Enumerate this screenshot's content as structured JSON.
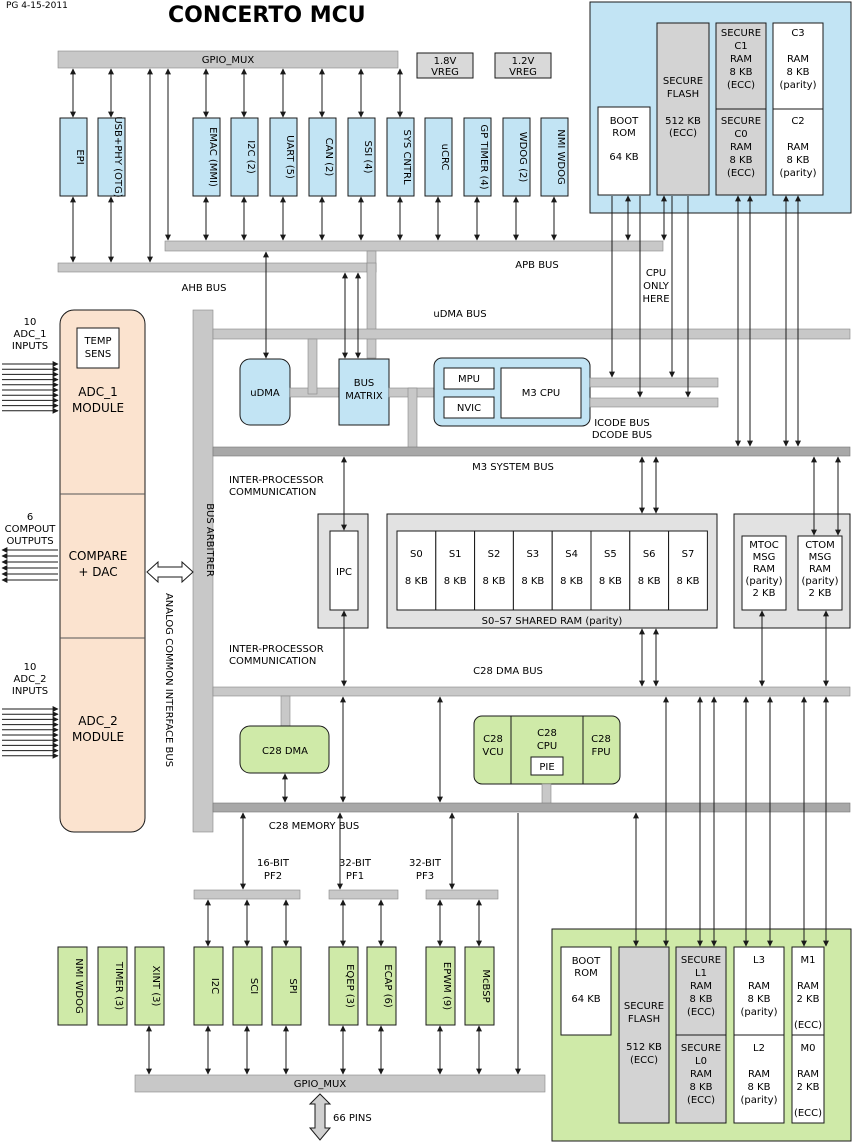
{
  "header": {
    "date": "PG 4-15-2011",
    "title": "CONCERTO MCU"
  },
  "buses": {
    "gpio_mux_top": "GPIO_MUX",
    "gpio_mux_bottom": "GPIO_MUX",
    "apb": "APB BUS",
    "ahb": "AHB BUS",
    "udma": "uDMA BUS",
    "m3_system": "M3 SYSTEM BUS",
    "c28_dma": "C28 DMA BUS",
    "c28_memory": "C28 MEMORY BUS",
    "icode": "ICODE BUS",
    "dcode": "DCODE BUS",
    "bus_arbitrer": "BUS ARBITRER",
    "analog_common": "ANALOG COMMON INTERFACE BUS"
  },
  "vregs": [
    {
      "l1": "1.8V",
      "l2": "VREG"
    },
    {
      "l1": "1.2V",
      "l2": "VREG"
    }
  ],
  "m3_peripherals": [
    "EPI",
    "USB+PHY (OTG)",
    "EMAC (MMI)",
    "I2C (2)",
    "UART (5)",
    "CAN (2)",
    "SSI (4)",
    "SYS CNTRL",
    "uCRC",
    "GP TIMER (4)",
    "WDOG (2)",
    "NMI WDOG"
  ],
  "m3_memory": {
    "boot_rom": {
      "l1": "BOOT",
      "l2": "ROM",
      "l3": "64 KB"
    },
    "secure_flash": {
      "l1": "SECURE",
      "l2": "FLASH",
      "l3": "512 KB",
      "l4": "(ECC)"
    },
    "c1": {
      "l1": "SECURE",
      "l2": "C1",
      "l3": "RAM",
      "l4": "8 KB",
      "l5": "(ECC)"
    },
    "c0": {
      "l1": "SECURE",
      "l2": "C0",
      "l3": "RAM",
      "l4": "8 KB",
      "l5": "(ECC)"
    },
    "c3": {
      "l1": "C3",
      "l2": "RAM",
      "l3": "8 KB",
      "l4": "(parity)"
    },
    "c2": {
      "l1": "C2",
      "l2": "RAM",
      "l3": "8 KB",
      "l4": "(parity)"
    }
  },
  "cpu_only": {
    "l1": "CPU",
    "l2": "ONLY",
    "l3": "HERE"
  },
  "m3_core": {
    "udma": "uDMA",
    "bus_matrix": {
      "l1": "BUS",
      "l2": "MATRIX"
    },
    "mpu": "MPU",
    "nvic": "NVIC",
    "m3_cpu": "M3 CPU"
  },
  "adc": {
    "adc1_in": {
      "l1": "10",
      "l2": "ADC_1",
      "l3": "INPUTS"
    },
    "temp_sens": {
      "l1": "TEMP",
      "l2": "SENS"
    },
    "adc1": {
      "l1": "ADC_1",
      "l2": "MODULE"
    },
    "comp_out": {
      "l1": "6",
      "l2": "COMPOUT",
      "l3": "OUTPUTS"
    },
    "compare": {
      "l1": "COMPARE",
      "l2": "+ DAC"
    },
    "adc2_in": {
      "l1": "10",
      "l2": "ADC_2",
      "l3": "INPUTS"
    },
    "adc2": {
      "l1": "ADC_2",
      "l2": "MODULE"
    }
  },
  "ipc": {
    "label1": {
      "l1": "INTER-PROCESSOR",
      "l2": "COMMUNICATION"
    },
    "label2": {
      "l1": "INTER-PROCESSOR",
      "l2": "COMMUNICATION"
    },
    "ipc_box": "IPC"
  },
  "shared_ram": {
    "blocks": [
      {
        "n": "S0",
        "s": "8 KB"
      },
      {
        "n": "S1",
        "s": "8 KB"
      },
      {
        "n": "S2",
        "s": "8 KB"
      },
      {
        "n": "S3",
        "s": "8 KB"
      },
      {
        "n": "S4",
        "s": "8 KB"
      },
      {
        "n": "S5",
        "s": "8 KB"
      },
      {
        "n": "S6",
        "s": "8 KB"
      },
      {
        "n": "S7",
        "s": "8 KB"
      }
    ],
    "caption": "S0–S7 SHARED RAM (parity)"
  },
  "msg_ram": {
    "mtoc": {
      "l1": "MTOC",
      "l2": "MSG",
      "l3": "RAM",
      "l4": "(parity)",
      "l5": "2 KB"
    },
    "ctom": {
      "l1": "CTOM",
      "l2": "MSG",
      "l3": "RAM",
      "l4": "(parity)",
      "l5": "2 KB"
    }
  },
  "c28_core": {
    "dma": "C28 DMA",
    "vcu": {
      "l1": "C28",
      "l2": "VCU"
    },
    "cpu": {
      "l1": "C28",
      "l2": "CPU"
    },
    "pie": "PIE",
    "fpu": {
      "l1": "C28",
      "l2": "FPU"
    }
  },
  "peripheral_frames": [
    {
      "l1": "16-BIT",
      "l2": "PF2"
    },
    {
      "l1": "32-BIT",
      "l2": "PF1"
    },
    {
      "l1": "32-BIT",
      "l2": "PF3"
    }
  ],
  "c28_peripherals": [
    "NMI WDOG",
    "TIMER (3)",
    "XINT (3)",
    "I2C",
    "SCI",
    "SPI",
    "EQEP (3)",
    "ECAP (6)",
    "EPWM (9)",
    "McBSP"
  ],
  "pins": "66 PINS",
  "c28_memory": {
    "boot_rom": {
      "l1": "BOOT",
      "l2": "ROM",
      "l3": "64 KB"
    },
    "secure_flash": {
      "l1": "SECURE",
      "l2": "FLASH",
      "l3": "512 KB",
      "l4": "(ECC)"
    },
    "l1": {
      "l1": "SECURE",
      "l2": "L1",
      "l3": "RAM",
      "l4": "8 KB",
      "l5": "(ECC)"
    },
    "l0": {
      "l1": "SECURE",
      "l2": "L0",
      "l3": "RAM",
      "l4": "8 KB",
      "l5": "(ECC)"
    },
    "l3": {
      "l1": "L3",
      "l2": "RAM",
      "l3": "8 KB",
      "l4": "(parity)"
    },
    "l2": {
      "l1": "L2",
      "l2": "RAM",
      "l3": "8 KB",
      "l4": "(parity)"
    },
    "m1": {
      "l1": "M1",
      "l2": "RAM",
      "l3": "2 KB",
      "l4": "(ECC)"
    },
    "m0": {
      "l1": "M0",
      "l2": "RAM",
      "l3": "2 KB",
      "l4": "(ECC)"
    }
  },
  "colors": {
    "m3_blue": "#c2e4f4",
    "c28_green": "#cfeaa8",
    "analog_peach": "#fbe3cf",
    "bus_gray": "#c8c8c8",
    "memory_gray": "#d9d9d9"
  }
}
